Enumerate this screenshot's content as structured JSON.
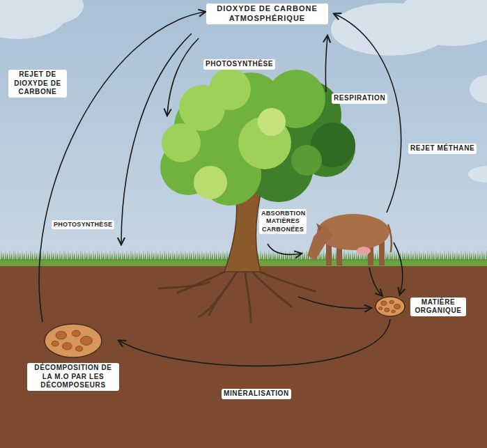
{
  "diagram": {
    "nodes": [
      {
        "text": [
          "DIOXYDE DE CARBONE ATMOSPHÉRIQUE"
        ]
      },
      {
        "text": [
          "MATIÈRE ORGANIQUE"
        ]
      },
      {
        "text": [
          "DÉCOMPOSITION DE LA M.O PAR LES DÉCOMPOSEURS"
        ]
      }
    ],
    "edges": [
      {
        "from": 1,
        "to": 2,
        "arrow": "to",
        "label": "MINÉRALISATION"
      },
      {
        "from": 2,
        "to": 0,
        "arrow": "to",
        "label": "REJET DE DIOXYDE DE CARBONE"
      }
    ],
    "labels": [
      "PHOTOSYNTHÈSE",
      "RESPIRATION",
      "REJET MÉTHANE",
      "ABSORBTION MATIÈRES CARBONÉES",
      "PHOTOSYNTHÈSE"
    ]
  }
}
